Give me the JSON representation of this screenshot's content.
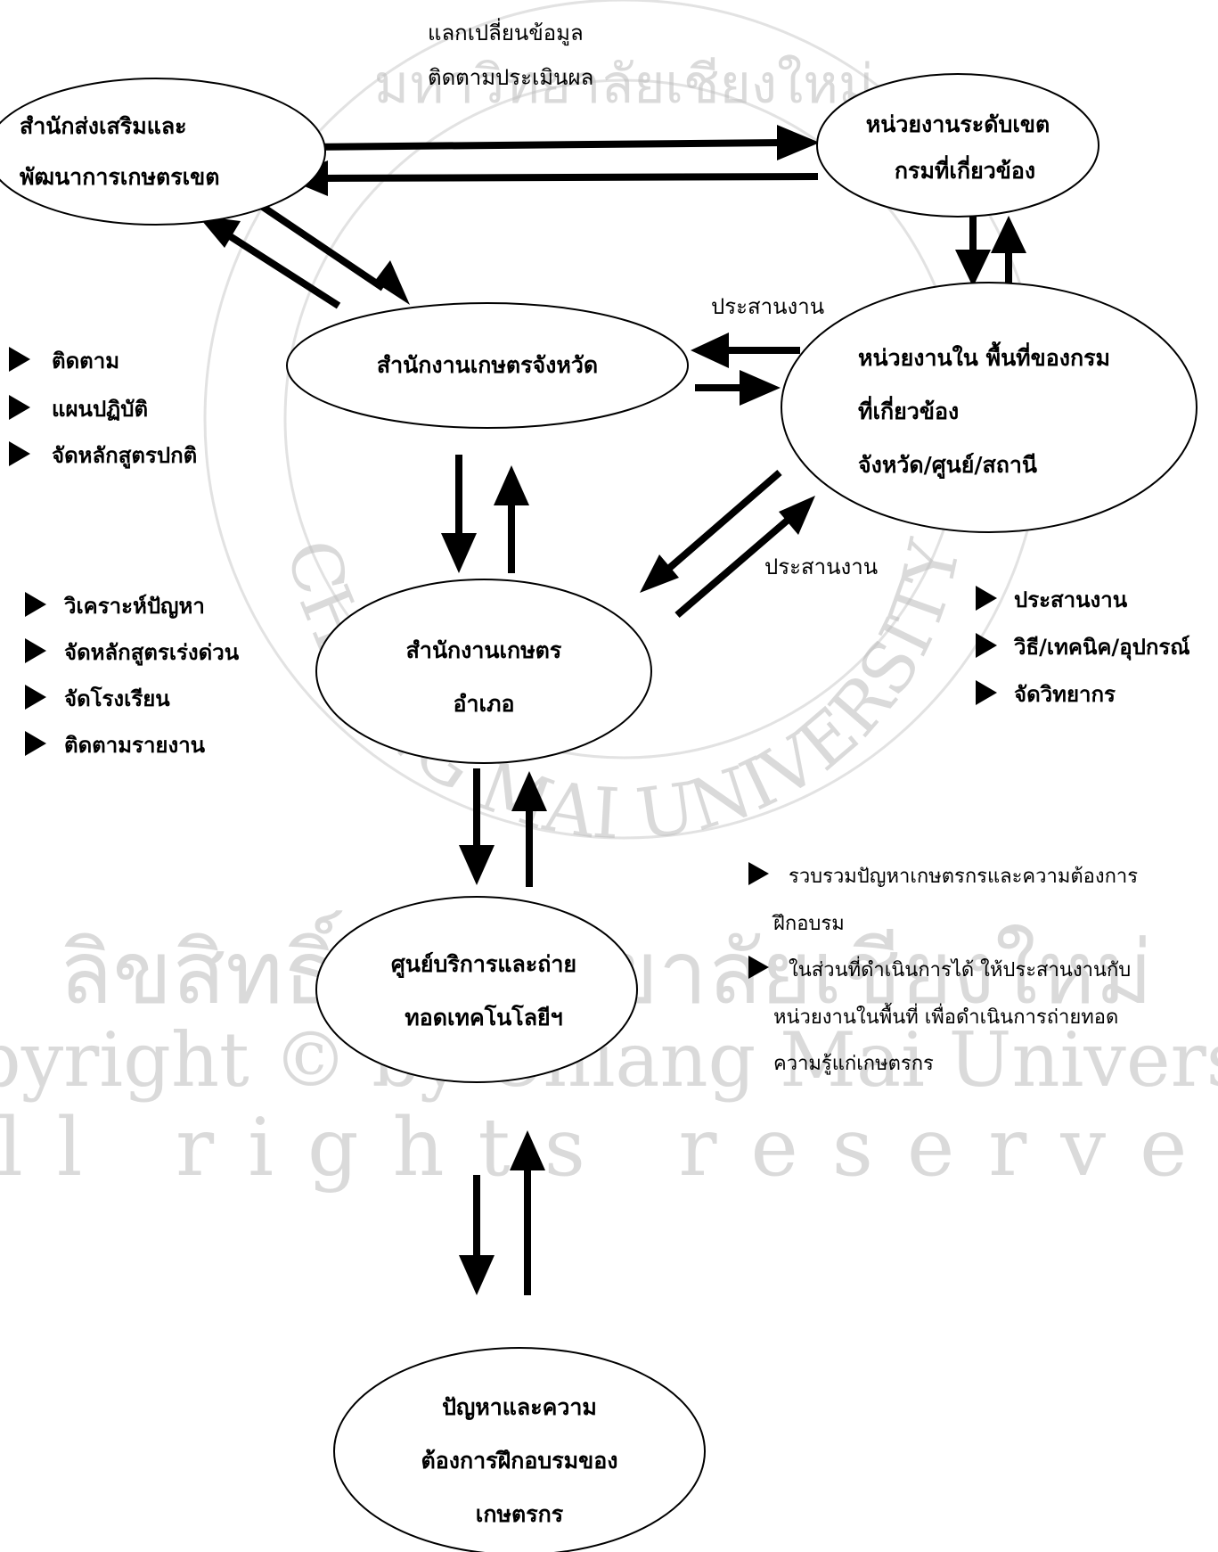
{
  "nodes": {
    "regional_office": [
      "สำนักส่งเสริมและ",
      "พัฒนาการเกษตรเขต"
    ],
    "regional_units": [
      "หน่วยงานระดับเขต",
      "กรมที่เกี่ยวข้อง"
    ],
    "provincial_office": [
      "สำนักงานเกษตรจังหวัด"
    ],
    "area_units": [
      "หน่วยงานใน พื้นที่ของกรม",
      "ที่เกี่ยวข้อง",
      "จังหวัด/ศูนย์/สถานี"
    ],
    "district_office": [
      "สำนักงานเกษตร",
      "อำเภอ"
    ],
    "service_center": [
      "ศูนย์บริการและถ่าย",
      "ทอดเทคโนโลยีฯ"
    ],
    "farmers_needs": [
      "ปัญหาและความ",
      "ต้องการฝึกอบรมของ",
      "เกษตรกร"
    ]
  },
  "edge_labels": {
    "top": [
      "แลกเปลี่ยนข้อมูล",
      "ติดตามประเมินผล"
    ],
    "coord_upper": "ประสานงาน",
    "coord_lower": "ประสานงาน"
  },
  "notes": {
    "provincial": [
      "ติดตาม",
      "แผนปฏิบัติ",
      "จัดหลักสูตรปกติ"
    ],
    "district": [
      "วิเคราะห์ปัญหา",
      "จัดหลักสูตรเร่งด่วน",
      "จัดโรงเรียน",
      "ติดตามรายงาน"
    ],
    "area_units": [
      "ประสานงาน",
      "วิธี/เทคนิค/อุปกรณ์",
      "จัดวิทยากร"
    ],
    "service_center": [
      "รวบรวมปัญหาเกษตรกรและความต้องการ",
      "ฝึกอบรม",
      "ในส่วนที่ดำเนินการได้ ให้ประสานงานกับ",
      "หน่วยงานในพื้นที่ เพื่อดำเนินการถ่ายทอด",
      "ความรู้แก่เกษตรกร"
    ]
  },
  "watermark": {
    "thai": "ลิขสิทธิ์มหาวิทยาลัยเชียงใหม่",
    "copyright": "Copyright © by Chiang Mai University",
    "rights": "All rights reserved",
    "seal_top": "มหาวิทยาลัยเชียงใหม่",
    "seal_ring": "CHIANG MAI UNIVERSITY"
  }
}
